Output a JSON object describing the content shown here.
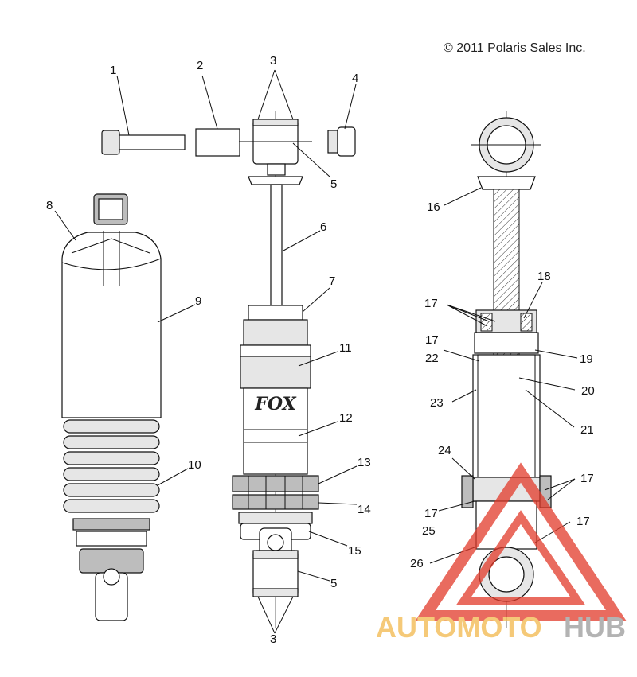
{
  "copyright": "© 2011 Polaris Sales Inc.",
  "watermark": {
    "text_part1": "AUTOMOTO",
    "text_part2": "HUB",
    "color_part1": "#f2b84b",
    "color_part2": "#9a9a9a",
    "triangle_color": "#e23a2a"
  },
  "brand_logo": "FOX",
  "callouts": {
    "c1": "1",
    "c2": "2",
    "c3a": "3",
    "c3b": "3",
    "c4": "4",
    "c5a": "5",
    "c5b": "5",
    "c6": "6",
    "c7": "7",
    "c8": "8",
    "c9": "9",
    "c10": "10",
    "c11": "11",
    "c12": "12",
    "c13": "13",
    "c14": "14",
    "c15": "15",
    "c16": "16",
    "c17a": "17",
    "c17b": "17",
    "c17c": "17",
    "c17d": "17",
    "c17e": "17",
    "c18": "18",
    "c19": "19",
    "c20": "20",
    "c21": "21",
    "c22": "22",
    "c23": "23",
    "c24": "24",
    "c25": "25",
    "c26": "26"
  }
}
